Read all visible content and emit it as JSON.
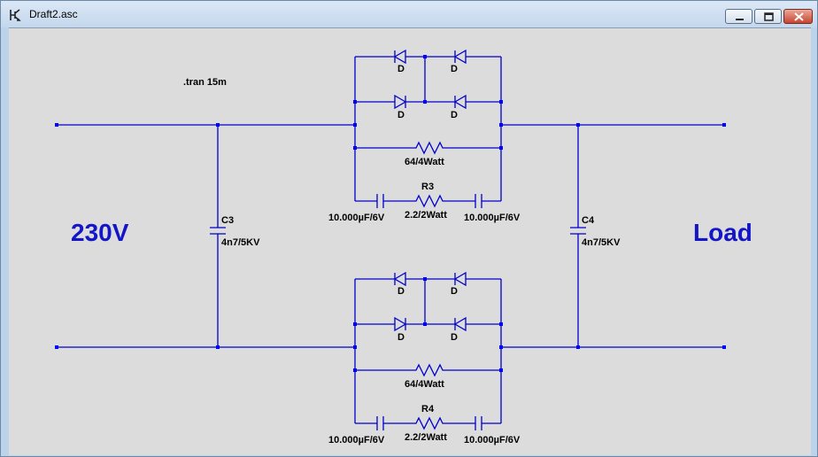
{
  "window": {
    "title": "Draft2.asc",
    "icon": "ltspice-schematic-icon"
  },
  "colors": {
    "wire": "#0000cc",
    "junction": "#0000ff",
    "net_label": "#1515c8",
    "text": "#000000",
    "canvas_bg": "#dcdcdc"
  },
  "schematic": {
    "directive": ".tran 15m",
    "source_label": "230V",
    "load_label": "Load",
    "C3": {
      "name": "C3",
      "value": "4n7/5KV"
    },
    "C4": {
      "name": "C4",
      "value": "4n7/5KV"
    },
    "top_block": {
      "diodes": [
        "D",
        "D",
        "D",
        "D"
      ],
      "shunt_resistor": "64/4Watt",
      "snubber_resistor_name": "R3",
      "snubber_resistor_value": "2.2/2Watt",
      "snubber_cap_left": "10.000µF/6V",
      "snubber_cap_right": "10.000µF/6V"
    },
    "bottom_block": {
      "diodes": [
        "D",
        "D",
        "D",
        "D"
      ],
      "shunt_resistor": "64/4Watt",
      "snubber_resistor_name": "R4",
      "snubber_resistor_value": "2.2/2Watt",
      "snubber_cap_left": "10.000µF/6V",
      "snubber_cap_right": "10.000µF/6V"
    }
  }
}
